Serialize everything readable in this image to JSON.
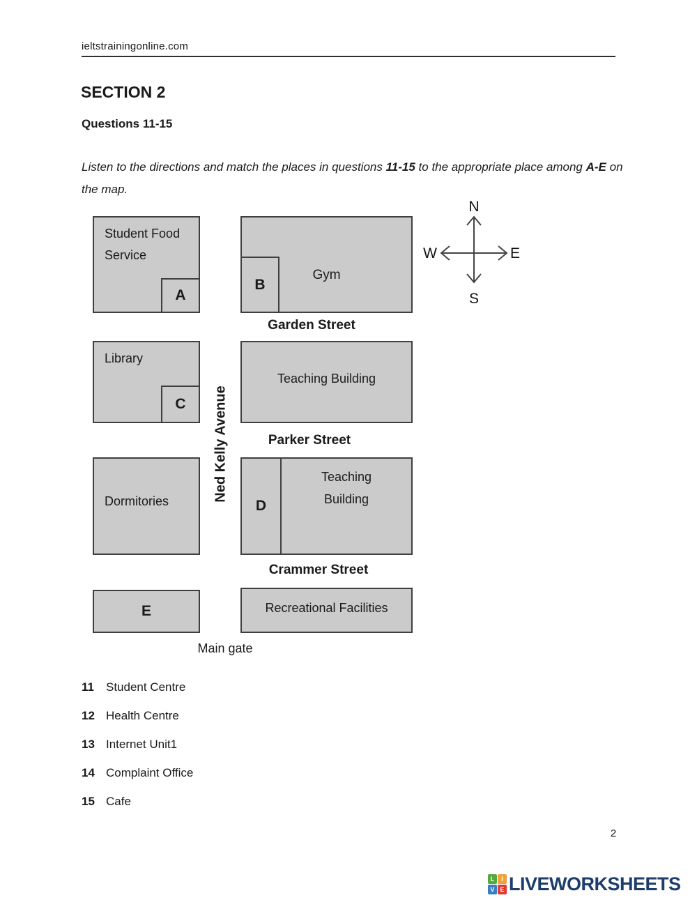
{
  "header": {
    "site": "ieltstrainingonline.com"
  },
  "section": {
    "title": "SECTION 2",
    "questions_heading": "Questions 11-15"
  },
  "instructions": {
    "seg1": "Listen to the directions and match the places in questions ",
    "bold1": "11-15",
    "seg2": " to the appropriate place among ",
    "bold2": "A-E",
    "seg3": " on the map."
  },
  "map": {
    "buildings": {
      "student_food_service": {
        "label": "Student Food Service",
        "marker": "A"
      },
      "gym": {
        "label": "Gym",
        "marker": "B"
      },
      "library": {
        "label": "Library",
        "marker": "C"
      },
      "teaching_building_north": {
        "label": "Teaching Building"
      },
      "dormitories": {
        "label": "Dormitories"
      },
      "teaching_building_south": {
        "line1": "Teaching",
        "line2": "Building",
        "marker": "D"
      },
      "site_e": {
        "marker": "E"
      },
      "recreational_facilities": {
        "label": "Recreational Facilities"
      }
    },
    "streets": {
      "garden": "Garden Street",
      "parker": "Parker Street",
      "crammer": "Crammer Street",
      "avenue": "Ned Kelly Avenue"
    },
    "main_gate": "Main gate",
    "compass": {
      "north": "N",
      "south": "S",
      "east": "E",
      "west": "W"
    }
  },
  "questions": [
    {
      "number": "11",
      "text": "Student Centre"
    },
    {
      "number": "12",
      "text": "Health Centre"
    },
    {
      "number": "13",
      "text": "Internet Unit1"
    },
    {
      "number": "14",
      "text": "Complaint Office"
    },
    {
      "number": "15",
      "text": "Cafe"
    }
  ],
  "footer": {
    "page_number": "2",
    "logo": {
      "text": "LIVEWORKSHEETS",
      "squares": [
        {
          "letter": "L",
          "color": "#56a93c"
        },
        {
          "letter": "I",
          "color": "#f0a23a"
        },
        {
          "letter": "V",
          "color": "#3a7ec2"
        },
        {
          "letter": "E",
          "color": "#e03a30"
        }
      ]
    }
  },
  "colors": {
    "building_fill": "#cbcbcb",
    "building_border": "#3f3f3f",
    "logo_text": "#1d3d6b"
  }
}
